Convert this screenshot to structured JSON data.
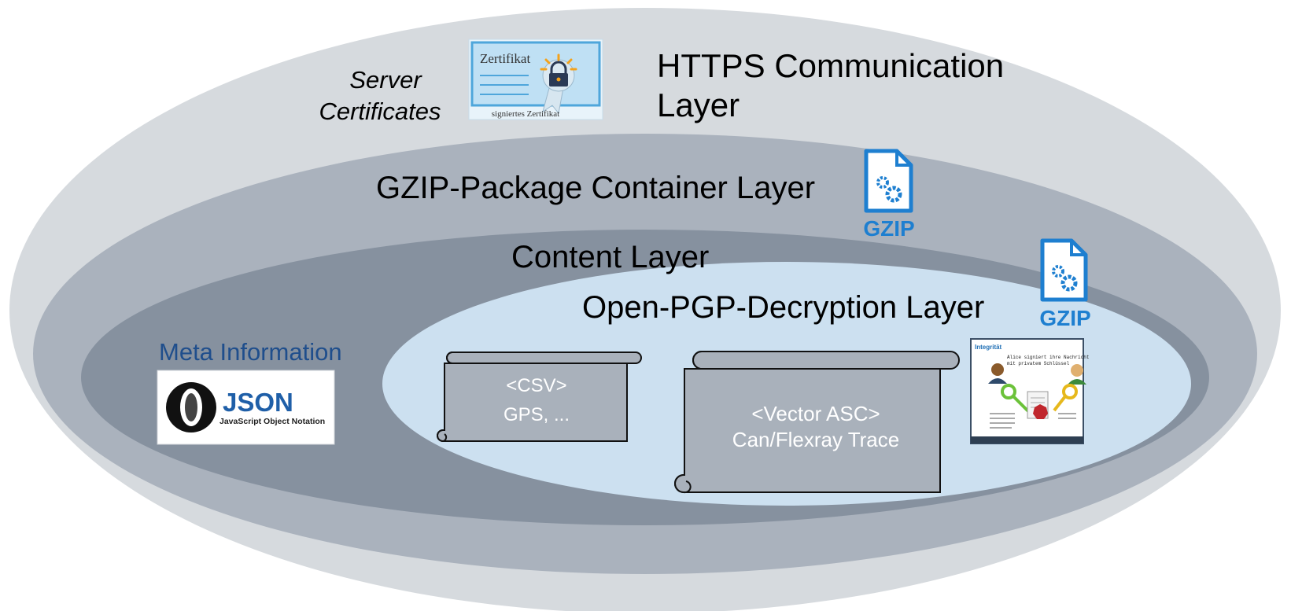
{
  "colors": {
    "ring_outer": "#d6dade",
    "ring_gzip": "#aab2bd",
    "ring_content": "#86919f",
    "ring_pgp": "#cce0f0",
    "scroll_fill": "#a9b1bb",
    "gzip_blue": "#1e7fd0",
    "meta_blue": "#1f4e8c"
  },
  "layers": {
    "https": {
      "line1": "HTTPS Communication",
      "line2": "Layer"
    },
    "gzip": {
      "title": "GZIP-Package Container Layer"
    },
    "content": {
      "title": "Content Layer"
    },
    "pgp": {
      "title": "Open-PGP-Decryption Layer"
    }
  },
  "certificates": {
    "label_line1": "Server",
    "label_line2": "Certificates",
    "image": {
      "title": "Zertifikat",
      "caption": "signiertes Zertifikat"
    }
  },
  "gzip_icons": [
    {
      "icon": "gzip-file-gear-icon",
      "label": "GZIP"
    },
    {
      "icon": "gzip-file-gear-icon",
      "label": "GZIP"
    }
  ],
  "meta": {
    "title": "Meta Information",
    "json_logo": {
      "word": "JSON",
      "tagline": "JavaScript Object Notation"
    }
  },
  "scrolls": [
    {
      "line1": "<CSV>",
      "line2": "GPS, ..."
    },
    {
      "line1": "<Vector ASC>",
      "line2": "Can/Flexray Trace"
    }
  ],
  "integrity": {
    "title": "Integrität",
    "line1": "Alice signiert ihre Nachricht",
    "line2": "mit privatem Schlüssel"
  }
}
